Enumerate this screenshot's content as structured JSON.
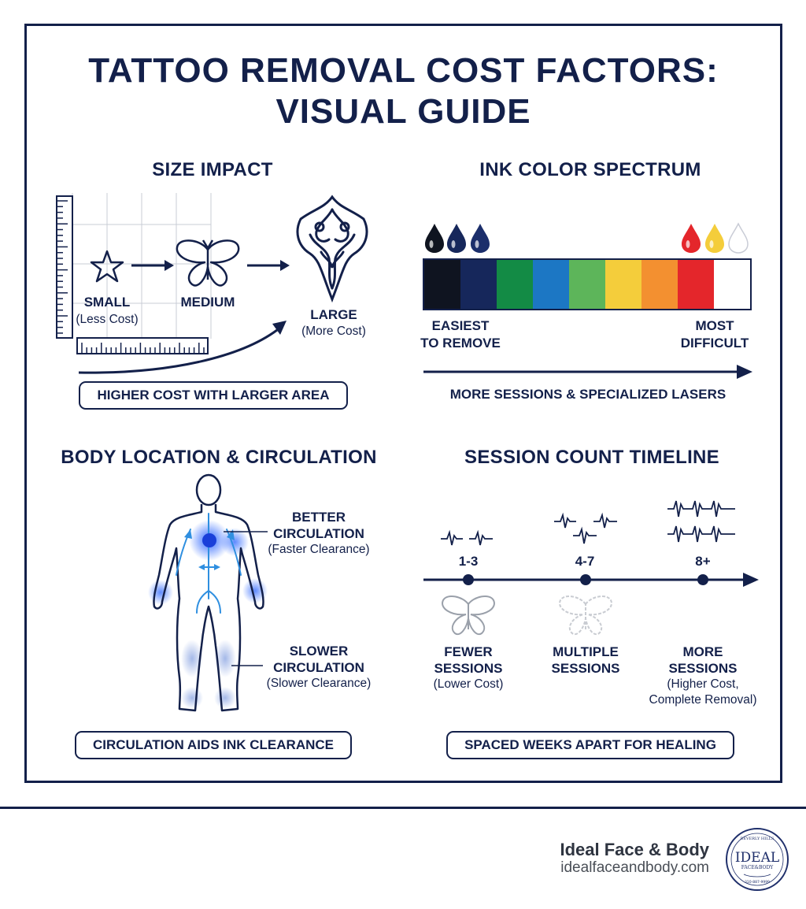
{
  "title": {
    "line1": "TATTOO REMOVAL COST FACTORS:",
    "line2": "VISUAL GUIDE"
  },
  "size_impact": {
    "heading": "SIZE IMPACT",
    "small_label": "SMALL",
    "small_sub": "(Less Cost)",
    "medium_label": "MEDIUM",
    "large_label": "LARGE",
    "large_sub": "(More Cost)",
    "footer": "HIGHER COST WITH LARGER AREA"
  },
  "ink_color": {
    "heading": "INK COLOR SPECTRUM",
    "colors": [
      "#0f1420",
      "#16275b",
      "#138b45",
      "#1c77c4",
      "#5db55a",
      "#f4cd3b",
      "#f39030",
      "#e4262b",
      "#ffffff"
    ],
    "easiest_line1": "EASIEST",
    "easiest_line2": "TO REMOVE",
    "difficult_line1": "MOST",
    "difficult_line2": "DIFFICULT",
    "footer": "MORE SESSIONS & SPECIALIZED LASERS"
  },
  "body_location": {
    "heading": "BODY LOCATION & CIRCULATION",
    "better_line1": "BETTER",
    "better_line2": "CIRCULATION",
    "better_sub": "(Faster Clearance)",
    "slower_line1": "SLOWER",
    "slower_line2": "CIRCULATION",
    "slower_sub": "(Slower Clearance)",
    "footer": "CIRCULATION AIDS INK CLEARANCE"
  },
  "sessions": {
    "heading": "SESSION COUNT TIMELINE",
    "points": [
      {
        "range": "1-3",
        "line1": "FEWER",
        "line2": "SESSIONS",
        "sub1": "(Lower Cost)",
        "sub2": ""
      },
      {
        "range": "4-7",
        "line1": "MULTIPLE",
        "line2": "SESSIONS",
        "sub1": "",
        "sub2": ""
      },
      {
        "range": "8+",
        "line1": "MORE",
        "line2": "SESSIONS",
        "sub1": "(Higher Cost,",
        "sub2": "Complete Removal)"
      }
    ],
    "footer": "SPACED WEEKS APART FOR HEALING"
  },
  "footer": {
    "brand": "Ideal Face & Body",
    "url": "idealfaceandbody.com",
    "logo_top": "BEVERLY HILLS",
    "logo_main": "IDEAL",
    "logo_sub": "FACE&BODY",
    "logo_phone": "310-887-9999"
  },
  "colors": {
    "navy": "#13204a",
    "glow_blue": "#1f5cff"
  }
}
